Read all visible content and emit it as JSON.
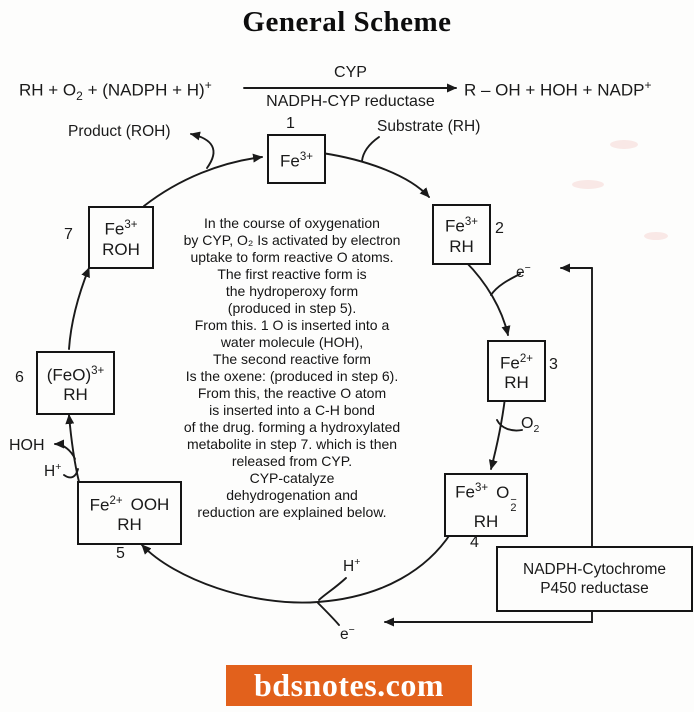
{
  "title": "General Scheme",
  "equation": {
    "lhs_p1": "RH + O",
    "lhs_sub1": "2",
    "lhs_p2": " + (NADPH + H)",
    "lhs_sup1": "+",
    "arrow_top": "CYP",
    "arrow_bottom": "NADPH-CYP reductase",
    "rhs_p1": "R – OH + HOH + NADP",
    "rhs_sup1": "+"
  },
  "boxes": {
    "b1": {
      "num": "1",
      "l1a": "Fe",
      "l1sup": "3+"
    },
    "b2": {
      "num": "2",
      "l1a": "Fe",
      "l1sup": "3+",
      "l2": "RH"
    },
    "b3": {
      "num": "3",
      "l1a": "Fe",
      "l1sup": "2+",
      "l2": "RH"
    },
    "b4": {
      "num": "4",
      "l1a": "Fe",
      "l1sup": "3+",
      "l1b": "O",
      "o2_sup": "−",
      "o2_sub": "2",
      "l2": "RH"
    },
    "b5": {
      "num": "5",
      "l1a": "Fe",
      "l1sup": "2+",
      "l1b": "OOH",
      "l2": "RH"
    },
    "b6": {
      "num": "6",
      "l1a": "(FeO)",
      "l1sup": "3+",
      "l2": "RH"
    },
    "b7": {
      "num": "7",
      "l1a": "Fe",
      "l1sup": "3+",
      "l2": "ROH"
    }
  },
  "labels": {
    "product": "Product (ROH)",
    "substrate": "Substrate (RH)",
    "electron_top": {
      "base": "e",
      "sup": "−"
    },
    "o2": {
      "base": "O",
      "sub": "2"
    },
    "h_plus_bottom": {
      "base": "H",
      "sup": "+"
    },
    "electron_bottom": {
      "base": "e",
      "sup": "−"
    },
    "hoh": "HOH",
    "h_plus_left": {
      "base": "H",
      "sup": "+"
    }
  },
  "reductase_box": {
    "line1": "NADPH-Cytochrome",
    "line2": "P450 reductase"
  },
  "center_text": {
    "lines": [
      "In the course of oxygenation",
      "by CYP, O₂ Is activated by electron",
      "uptake to form reactive O atoms.",
      "The first reactive form is",
      "the hydroperoxy form",
      "(produced in step 5).",
      "From this. 1 O is inserted into a",
      "water molecule (HOH),",
      "The second reactive form",
      "Is the oxene: (produced in step 6).",
      "From this, the reactive O atom",
      "is inserted into a C-H bond",
      "of the drug. forming a hydroxylated",
      "metabolite in step 7. which is then",
      "released from CYP.",
      "CYP-catalyze",
      "dehydrogenation and",
      "reduction are explained below."
    ]
  },
  "footer": {
    "logo_text": "bdsnotes.com"
  },
  "colors": {
    "ink": "#1a1a1a",
    "logo_bg": "#e2611c",
    "logo_fg": "#ffffff"
  }
}
